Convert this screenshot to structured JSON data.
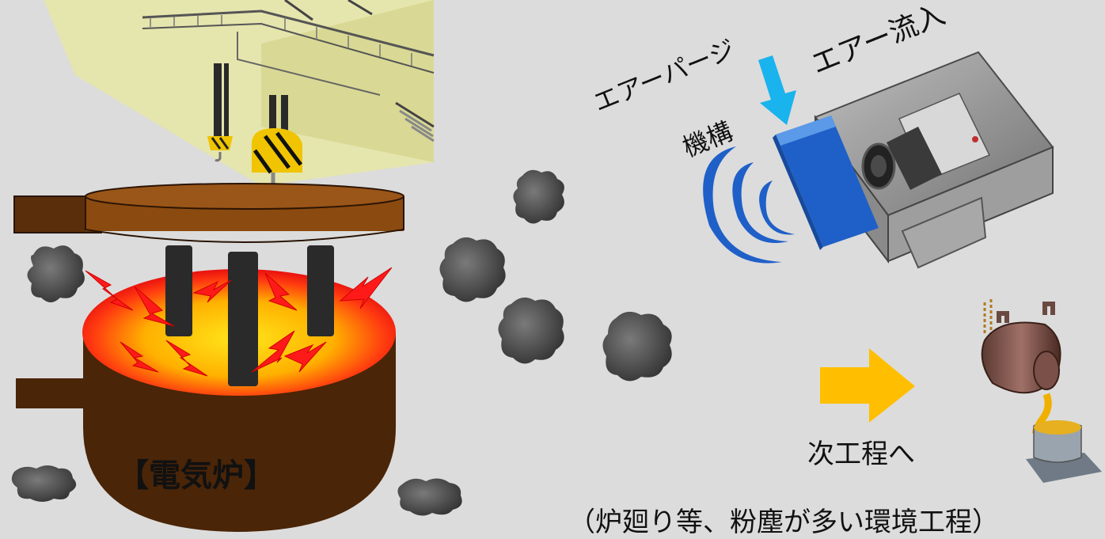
{
  "labels": {
    "furnace": "【電気炉】",
    "air_purge": "エアーパージ",
    "mechanism": "機構",
    "air_inflow": "エアー流入",
    "next_process": "次工程へ",
    "environment_note": "（炉廻り等、粉塵が多い環境工程）"
  },
  "colors": {
    "background": "#dcdcdc",
    "furnace_body": "#4a2508",
    "furnace_lid": "#8b4a10",
    "molten_glow": "#ffd21a",
    "spark": "#ff1a1a",
    "dust": "#3f3f3f",
    "purge_box": "#1f5fc8",
    "air_arrow": "#19b3ee",
    "next_arrow": "#ffbf00",
    "crane": "#e6e6a8"
  },
  "icons": [
    "crane-icon",
    "hook-icon",
    "electrode-icon",
    "spark-icon",
    "dust-cloud-icon",
    "camera-housing-icon",
    "air-wave-icon",
    "ladle-icon"
  ]
}
